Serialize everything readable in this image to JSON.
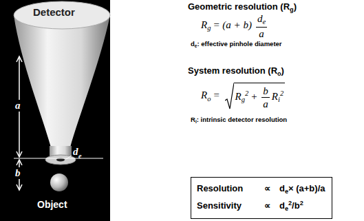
{
  "diagram": {
    "nodes": [
      {
        "text": [
          "Resolution",
          "∝",
          "d",
          "e",
          "× (a+b)/a",
          "Sensitivity",
          "∝",
          "d",
          "e",
          "2",
          "/b",
          "2"
        ]
      }
    ],
    "labels": [
      "Detector",
      "a",
      "b",
      "d",
      "e",
      "Object",
      "Geometric resolution (R",
      "g",
      ")",
      "R",
      "g",
      "= (a + b)",
      "d",
      "e",
      "a",
      "d",
      "e",
      ": effective pinhole diameter",
      "System resolution (R",
      "o",
      ")",
      "R",
      "o",
      "=",
      "R",
      "g",
      "2",
      "+",
      "b",
      "a",
      "R",
      "i",
      "2",
      "R",
      "i",
      ": intrinsic detector resolution"
    ]
  }
}
